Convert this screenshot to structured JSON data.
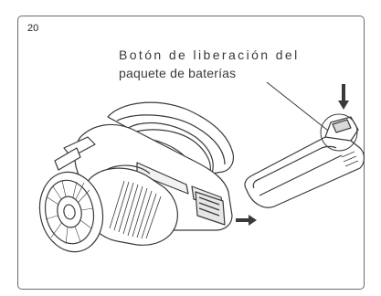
{
  "figure": {
    "step_number": "20",
    "caption_line1": "Botón de liberación del",
    "caption_line2": "paquete de baterías"
  },
  "illustration": {
    "subject": "handheld vacuum cleaner with detached battery pack",
    "arrows": [
      "down-arrow",
      "right-arrow"
    ],
    "line_color": "#3a3a3a",
    "fill_color": "#ffffff",
    "shade_color": "#d9d9d9"
  }
}
